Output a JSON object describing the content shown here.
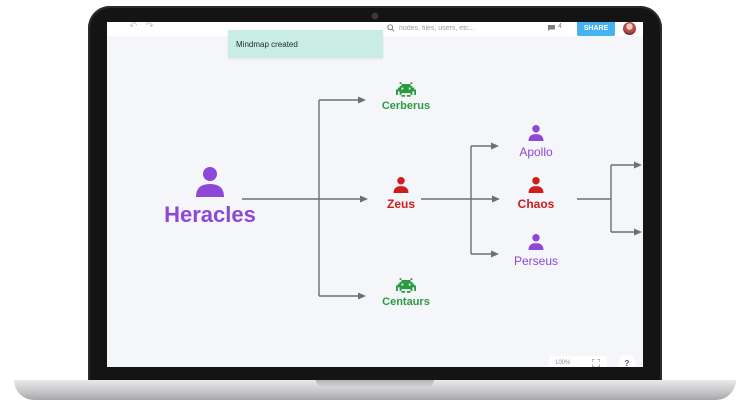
{
  "topbar": {
    "search_placeholder": "nodes, files, users, etc...",
    "notification_count": "4",
    "share_label": "SHARE"
  },
  "toast": {
    "message": "Mindmap created"
  },
  "nodes": {
    "heracles": {
      "label": "Heracles",
      "icon": "person-icon",
      "color": "#8e47d6"
    },
    "cerberus": {
      "label": "Cerberus",
      "icon": "monster-icon",
      "color": "#2b9a43"
    },
    "zeus": {
      "label": "Zeus",
      "icon": "person-icon",
      "color": "#d01c1c"
    },
    "centaurs": {
      "label": "Centaurs",
      "icon": "monster-icon",
      "color": "#2b9a43"
    },
    "apollo": {
      "label": "Apollo",
      "icon": "person-icon",
      "color": "#8e47d6"
    },
    "chaos": {
      "label": "Chaos",
      "icon": "person-icon",
      "color": "#d01c1c"
    },
    "perseus": {
      "label": "Perseus",
      "icon": "person-icon",
      "color": "#8e47d6"
    }
  },
  "footer": {
    "zoom": "100%"
  }
}
